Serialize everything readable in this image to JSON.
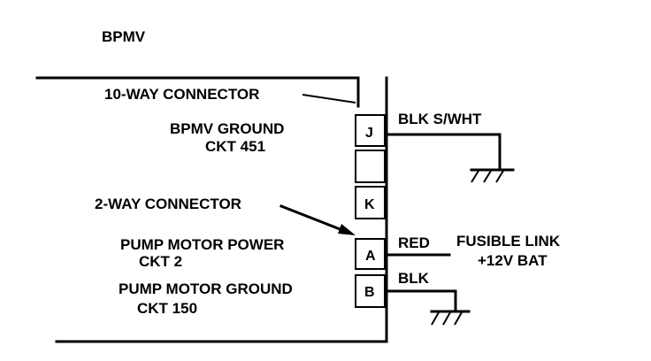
{
  "title": "BPMV",
  "connector_10way": "10-WAY CONNECTOR",
  "connector_2way": "2-WAY CONNECTOR",
  "circuits": {
    "bpmv_ground_name": "BPMV GROUND",
    "bpmv_ground_ckt": "CKT 451",
    "pump_power_name": "PUMP MOTOR POWER",
    "pump_power_ckt": "CKT 2",
    "pump_ground_name": "PUMP MOTOR GROUND",
    "pump_ground_ckt": "CKT 150"
  },
  "pins": {
    "j": "J",
    "k": "K",
    "a": "A",
    "b": "B"
  },
  "wires": {
    "j_color": "BLK S/WHT",
    "a_color": "RED",
    "b_color": "BLK"
  },
  "fusible_link_line1": "FUSIBLE LINK",
  "fusible_link_line2": "+12V BAT"
}
